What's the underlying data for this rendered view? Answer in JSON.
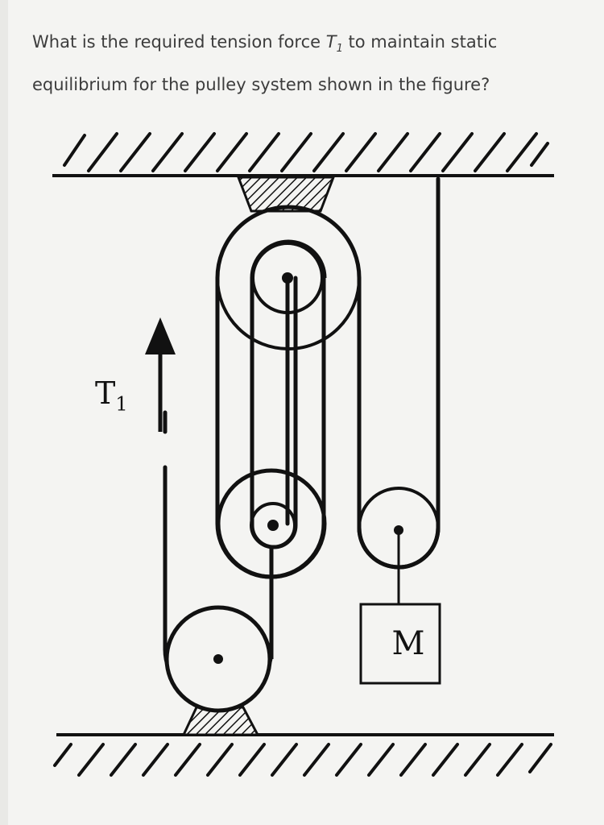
{
  "question": {
    "part1": "What is the required tension force ",
    "symbol": "T",
    "symbol_sub": "1",
    "part2": " to maintain static equilibrium for the pulley system shown in the figure?"
  },
  "figure": {
    "force_label": "T",
    "force_label_sub": "1",
    "mass_label": "M"
  }
}
